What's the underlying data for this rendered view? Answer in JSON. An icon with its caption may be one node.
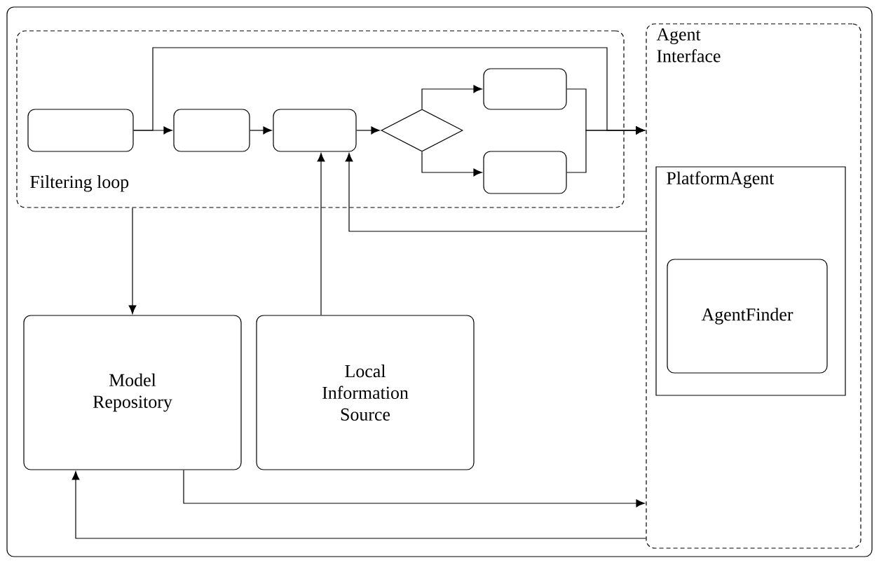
{
  "diagram": {
    "nodes": [
      {
        "text": [
          "Filtering loop"
        ]
      },
      {
        "text": [],
        "shape": "box",
        "in": 0
      },
      {
        "text": [],
        "shape": "box",
        "in": 0
      },
      {
        "text": [],
        "shape": "box",
        "in": 0
      },
      {
        "text": [],
        "shape": "diamond",
        "in": 0
      },
      {
        "text": [],
        "shape": "box",
        "in": 0
      },
      {
        "text": [],
        "shape": "box",
        "in": 0
      },
      {
        "text": [
          "Agent Interface"
        ]
      },
      {
        "text": [
          "PlatformAgent"
        ],
        "in": 7
      },
      {
        "text": [
          "AgentFinder"
        ],
        "in": 8
      },
      {
        "text": [
          "Model Repository"
        ]
      },
      {
        "text": [
          "Local Information Source"
        ]
      }
    ],
    "edges": [
      {
        "from": 1,
        "to": 2,
        "arrow": "to"
      },
      {
        "from": 1,
        "to": 7,
        "arrow": "to"
      },
      {
        "from": 2,
        "to": 3,
        "arrow": "to"
      },
      {
        "from": 3,
        "to": 4,
        "arrow": "to"
      },
      {
        "from": 4,
        "to": 5,
        "arrow": "to"
      },
      {
        "from": 4,
        "to": 6,
        "arrow": "to"
      },
      {
        "from": 5,
        "to": 7,
        "arrow": "to"
      },
      {
        "from": 6,
        "to": 7,
        "arrow": "to"
      },
      {
        "from": 0,
        "to": 10,
        "arrow": "to"
      },
      {
        "from": 11,
        "to": 3,
        "arrow": "to"
      },
      {
        "from": 7,
        "to": 3,
        "arrow": "to"
      },
      {
        "from": 10,
        "to": 7,
        "arrow": "to"
      },
      {
        "from": 7,
        "to": 10,
        "arrow": "to"
      }
    ]
  }
}
